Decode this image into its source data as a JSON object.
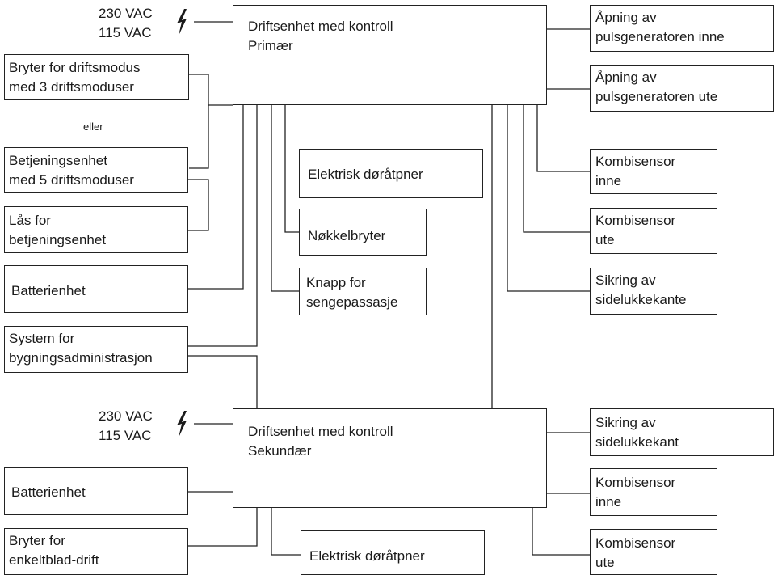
{
  "primary": {
    "power": {
      "line1": "230 VAC",
      "line2": "115 VAC",
      "icon": "lightning-bolt-icon"
    },
    "unit": {
      "line1": "Driftsenhet med kontroll",
      "line2": "Primær"
    },
    "left": {
      "switch3": {
        "line1": "Bryter for driftsmodus",
        "line2": "med 3 driftsmoduser"
      },
      "or": "eller",
      "panel5": {
        "line1": "Betjeningsenhet",
        "line2": "med 5 driftsmoduser"
      },
      "lock": {
        "line1": "Lås for",
        "line2": "betjeningsenhet"
      },
      "battery": "Batterienhet",
      "bms": {
        "line1": "System for",
        "line2": "bygningsadministrasjon"
      }
    },
    "center": {
      "opener": "Elektrisk døråtpner",
      "keyswitch": "Nøkkelbryter",
      "bed": {
        "line1": "Knapp for",
        "line2": "sengepassasje"
      }
    },
    "right": {
      "pulse_in": {
        "line1": "Åpning av",
        "line2": "pulsgeneratoren inne"
      },
      "pulse_out": {
        "line1": "Åpning av",
        "line2": "pulsgeneratoren ute"
      },
      "combi_in": {
        "line1": "Kombisensor",
        "line2": "inne"
      },
      "combi_out": {
        "line1": "Kombisensor",
        "line2": "ute"
      },
      "side_edge": {
        "line1": "Sikring av",
        "line2": "sidelukkekante"
      }
    }
  },
  "secondary": {
    "power": {
      "line1": "230 VAC",
      "line2": "115 VAC",
      "icon": "lightning-bolt-icon"
    },
    "unit": {
      "line1": "Driftsenhet med kontroll",
      "line2": "Sekundær"
    },
    "left": {
      "battery": "Batterienhet",
      "single_leaf": {
        "line1": "Bryter for",
        "line2": "enkeltblad-drift"
      }
    },
    "center": {
      "opener": "Elektrisk døråtpner"
    },
    "right": {
      "side_edge": {
        "line1": "Sikring av",
        "line2": "sidelukkekant"
      },
      "combi_in": {
        "line1": "Kombisensor",
        "line2": "inne"
      },
      "combi_out": {
        "line1": "Kombisensor",
        "line2": "ute"
      }
    }
  }
}
